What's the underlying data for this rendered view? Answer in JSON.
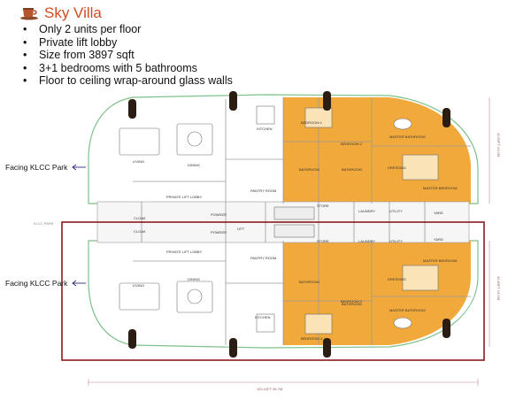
{
  "header": {
    "title": "Sky Villa",
    "logo_icon": "coffee-cup-icon",
    "features": [
      "Only 2 units per floor",
      "Private lift lobby",
      "Size from 3897 sqft",
      "3+1 bedrooms with 5 bathrooms",
      "Floor to ceiling wrap-around glass walls"
    ]
  },
  "side_labels": {
    "top": "Facing KLCC Park",
    "bottom": "Facing KLCC Park",
    "park": "KLCC PARK"
  },
  "rooms": {
    "living": "LIVING",
    "dining": "DINING",
    "kitchen": "KITCHEN",
    "pantry": "PANTRY ROOM",
    "private_lift_lobby": "PRIVATE LIFT LOBBY",
    "powder": "POWDER",
    "cloak": "CLOAK",
    "lift": "LIFT",
    "store": "STORE",
    "laundry": "LAUNDRY",
    "utility": "UTILITY",
    "yard": "YARD",
    "bedroom_1": "BEDROOM 1",
    "bedroom_2": "BEDROOM 2",
    "bedroom_3": "BEDROOM 3",
    "bathroom": "BATHROOM",
    "master_bathroom": "MASTER BATHROOM",
    "dressing": "DRESSING",
    "master_bedroom": "MASTER BEDROOM"
  },
  "dimensions": {
    "right_top": "42.83FT 13.0M",
    "right_bottom": "42.83FT 13.0M",
    "bottom": "120.41FT 36.7M"
  },
  "colors": {
    "title": "#d14b1f",
    "bedroom_fill": "#f2a93b",
    "outline": "#7fbf8a",
    "highlight_box": "#8b1a1a",
    "column": "#2b1d14"
  }
}
